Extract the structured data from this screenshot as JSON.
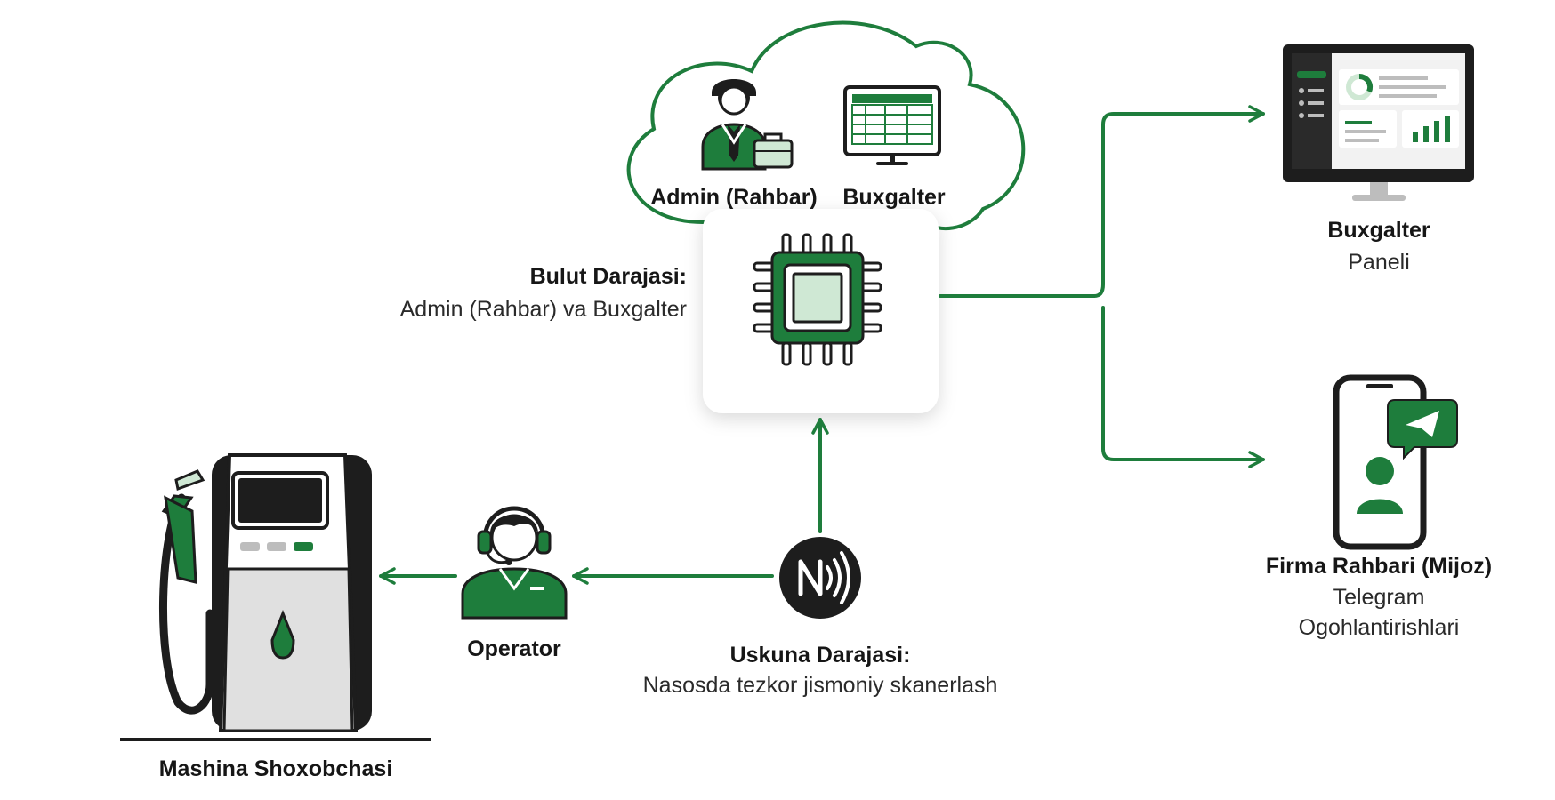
{
  "colors": {
    "accent": "#1e7d3c",
    "accent_light": "#cfe8d4",
    "dark": "#1d1d1d",
    "gray": "#bdbdbd"
  },
  "icons": [
    "cloud-icon",
    "admin-person-icon",
    "briefcase-icon",
    "spreadsheet-monitor-icon",
    "processor-chip-icon",
    "dashboard-monitor-icon",
    "smartphone-icon",
    "telegram-icon",
    "fuel-pump-icon",
    "operator-headset-icon",
    "nfc-icon"
  ],
  "cloud": {
    "admin_label": "Admin (Rahbar)",
    "buxgalter_label": "Buxgalter",
    "level_title": "Bulut Darajasi:",
    "level_subtitle": "Admin (Rahbar) va Buxgalter"
  },
  "dashboard": {
    "title": "Buxgalter",
    "subtitle": "Paneli"
  },
  "phone": {
    "title": "Firma Rahbari (Mijoz)",
    "line1": "Telegram",
    "line2": "Ogohlantirishlari"
  },
  "device": {
    "title": "Uskuna Darajasi:",
    "subtitle": "Nasosda tezkor jismoniy skanerlash"
  },
  "operator": {
    "label": "Operator"
  },
  "station": {
    "label": "Mashina Shoxobchasi"
  }
}
